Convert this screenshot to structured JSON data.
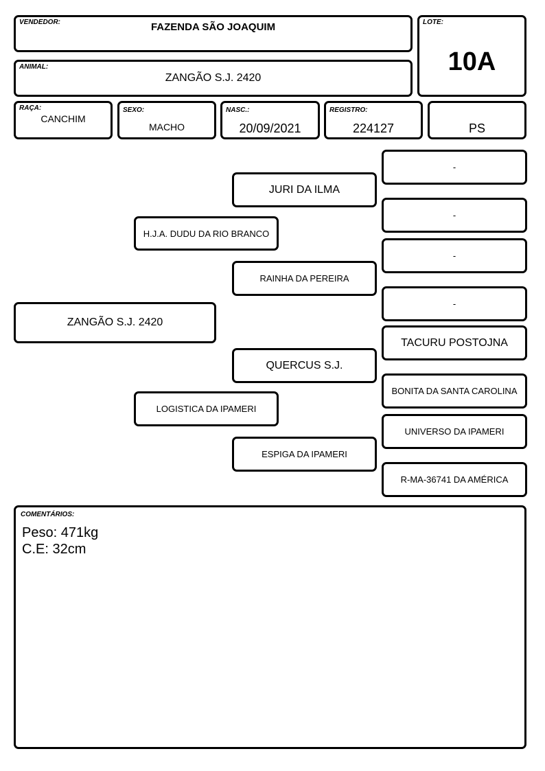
{
  "header": {
    "vendedor_label": "VENDEDOR:",
    "vendedor": "FAZENDA SÃO JOAQUIM",
    "animal_label": "ANIMAL:",
    "animal": "ZANGÃO S.J. 2420",
    "lote_label": "LOTE:",
    "lote": "10A"
  },
  "info": {
    "raca_label": "RAÇA:",
    "raca": "CANCHIM",
    "sexo_label": "SEXO:",
    "sexo": "MACHO",
    "nasc_label": "NASC.:",
    "nasc": "20/09/2021",
    "registro_label": "REGISTRO:",
    "registro": "224127",
    "categoria": "PS"
  },
  "pedigree": {
    "animal": "ZANGÃO S.J. 2420",
    "pai": "H.J.A. DUDU DA RIO BRANCO",
    "mae": "LOGISTICA DA IPAMERI",
    "avo_pat_pai": "JURI DA ILMA",
    "avo_pat_mae": "RAINHA DA PEREIRA",
    "avo_mat_pai": "QUERCUS S.J.",
    "avo_mat_mae": "ESPIGA DA IPAMERI",
    "bisavos": [
      "-",
      "-",
      "-",
      "-",
      "TACURU POSTOJNA",
      "BONITA DA SANTA CAROLINA",
      "UNIVERSO DA IPAMERI",
      "R-MA-36741 DA AMÉRICA"
    ]
  },
  "comentarios": {
    "label": "COMENTÁRIOS:",
    "linha1": "Peso: 471kg",
    "linha2": "C.E: 32cm"
  }
}
